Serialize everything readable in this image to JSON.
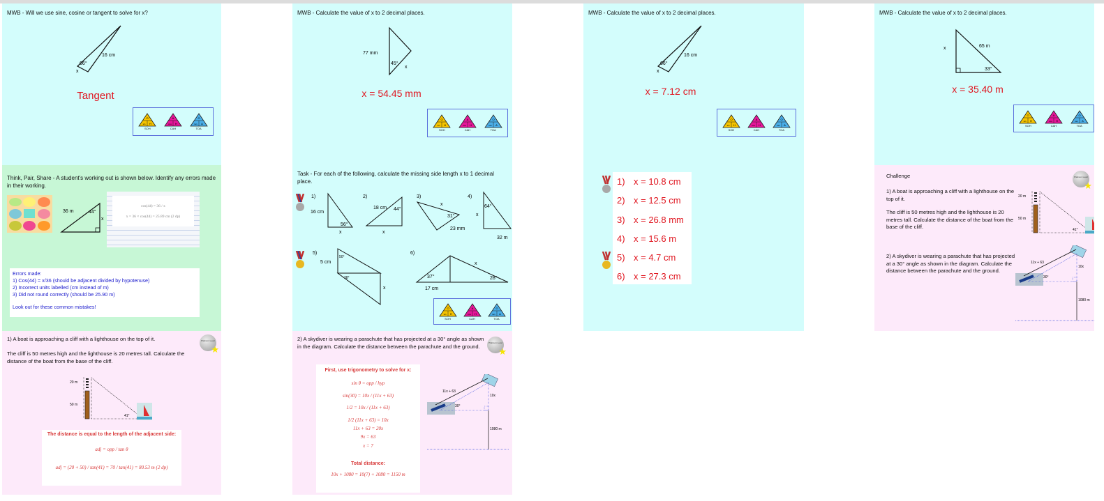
{
  "trig_box": {
    "items": [
      {
        "label": "SOH",
        "top": "O",
        "left": "sin",
        "right": "H",
        "color": "#f5c400"
      },
      {
        "label": "CAH",
        "top": "A",
        "left": "cos",
        "right": "H",
        "color": "#e6169a"
      },
      {
        "label": "TOA",
        "top": "O",
        "left": "tan",
        "right": "A",
        "color": "#4aaee8"
      }
    ]
  },
  "slides": [
    {
      "title": "MWB - Will we use sine, cosine or tangent to solve for x?",
      "side": "16 cm",
      "angle": "66°",
      "unknown": "x",
      "answer": "Tangent"
    },
    {
      "title": "MWB - Calculate the value of x to 2 decimal places.",
      "side": "77 mm",
      "angle": "45°",
      "unknown": "x",
      "answer": "x = 54.45 mm"
    },
    {
      "title": "MWB - Calculate the value of x to 2 decimal places.",
      "side": "16 cm",
      "angle": "66°",
      "unknown": "x",
      "answer": "x = 7.12 cm"
    },
    {
      "title": "MWB - Calculate the value of x to 2 decimal places.",
      "side": "65 m",
      "angle": "33°",
      "unknown": "x",
      "answer": "x = 35.40 m"
    },
    {
      "title": "Think, Pair, Share - A student's working out is shown below. Identify any errors made in their working.",
      "side": "36 m",
      "angle": "44°",
      "unknown": "x",
      "working": [
        "cos(44) = 36 / x",
        "x = 36 × cos(44) = 25.89 cm (2 dp)"
      ],
      "errors": [
        "Errors made:",
        "1) Cos(44) = x/36   (should be adjacent divided by hypotenuse)",
        "2) Incorrect units labelled (cm instead of m)",
        "3) Did not round correctly (should be 25.90 m)",
        "Look out for these common mistakes!"
      ]
    },
    {
      "title": "Task - For each of the following, calculate the missing side length x to 1 decimal place.",
      "q": [
        {
          "n": "1)",
          "a": "16 cm",
          "b": "56°",
          "x": "x"
        },
        {
          "n": "2)",
          "a": "18 cm",
          "b": "44°",
          "x": "x"
        },
        {
          "n": "3)",
          "a": "23 mm",
          "b": "31°",
          "x": "x"
        },
        {
          "n": "4)",
          "a": "32 m",
          "b": "64°",
          "x": "x"
        },
        {
          "n": "5)",
          "a": "5 cm",
          "b": "50°",
          "c": "38°",
          "x": "x"
        },
        {
          "n": "6)",
          "a": "17 cm",
          "b": "37°",
          "c": "28°",
          "x": "x"
        }
      ]
    },
    {
      "answers": [
        {
          "n": "1)",
          "v": "x = 10.8 cm"
        },
        {
          "n": "2)",
          "v": "x = 12.5 cm"
        },
        {
          "n": "3)",
          "v": "x = 26.8 mm"
        },
        {
          "n": "4)",
          "v": "x = 15.6 m"
        },
        {
          "n": "5)",
          "v": "x = 4.7 cm"
        },
        {
          "n": "6)",
          "v": "x = 27.3 cm"
        }
      ]
    },
    {
      "title": "Challenge",
      "p1": "1) A boat is approaching a cliff with a lighthouse on the top of it.",
      "p2": "The cliff is 50 metres high and the lighthouse is 20 metres tall. Calculate the distance of the boat from the base of the cliff.",
      "p3": "2) A skydiver is wearing a parachute that has projected at a 30° angle as shown in the diagram. Calculate the distance between the parachute and the ground."
    },
    {
      "p1": "1) A boat is approaching a cliff with a lighthouse on the top of it.",
      "p2": "The cliff is 50 metres high and the lighthouse is 20 metres tall. Calculate the distance of the boat from the base of the cliff.",
      "work": [
        "The distance is equal to the length of the adjacent side:",
        "adj = opp / tan θ",
        "adj = (20 + 50) / tan(41) = 70 / tan(41) = 80.53 m (2 dp)"
      ]
    },
    {
      "p1": "2) A skydiver is wearing a parachute that has projected at a 30° angle as shown in the diagram. Calculate the distance between the parachute and the ground.",
      "work": [
        "First, use trigonometry to solve for x:",
        "sin θ = opp / hyp",
        "sin(30) = 10x / (11x + 63)",
        "1/2 = 10x / (11x + 63)",
        "1/2 (11x + 63) = 10x",
        "11x + 63 = 20x",
        "9x = 63",
        "x = 7",
        "Total distance:",
        "10x + 1080 = 10(7) + 1080 = 1150 m"
      ]
    }
  ],
  "lighthouse": {
    "top": "20 m",
    "cliff": "50 m",
    "angle": "41°"
  },
  "skydiver": {
    "hyp": "11x + 63",
    "opp": "10x",
    "angle": "30°",
    "height": "1080 m"
  },
  "badge": {
    "label": "Platinum Level"
  }
}
